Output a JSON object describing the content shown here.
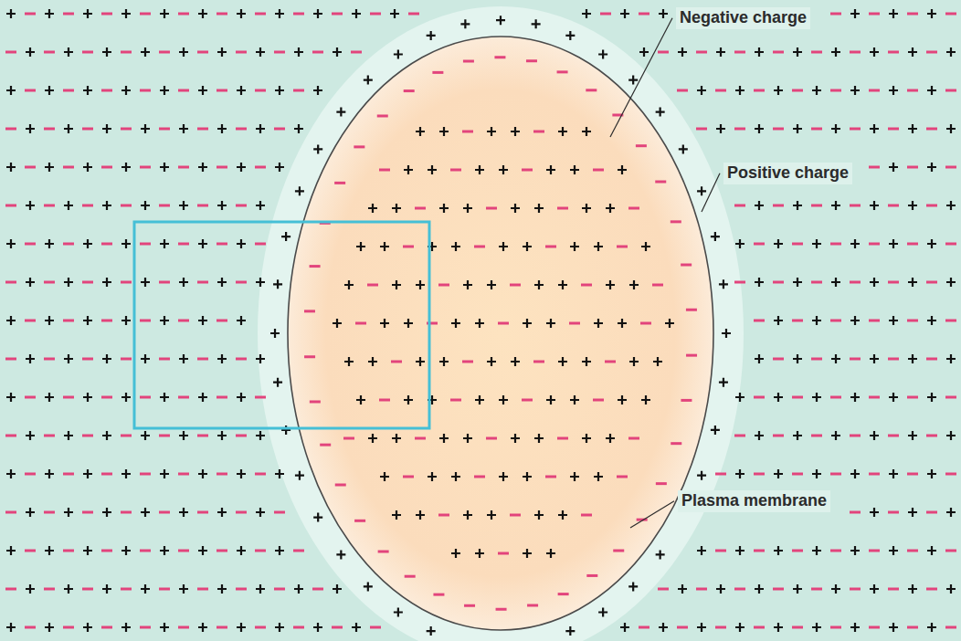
{
  "diagram": {
    "labels": [
      "Negative charge",
      "Positive charge",
      "Plasma membrane"
    ]
  }
}
